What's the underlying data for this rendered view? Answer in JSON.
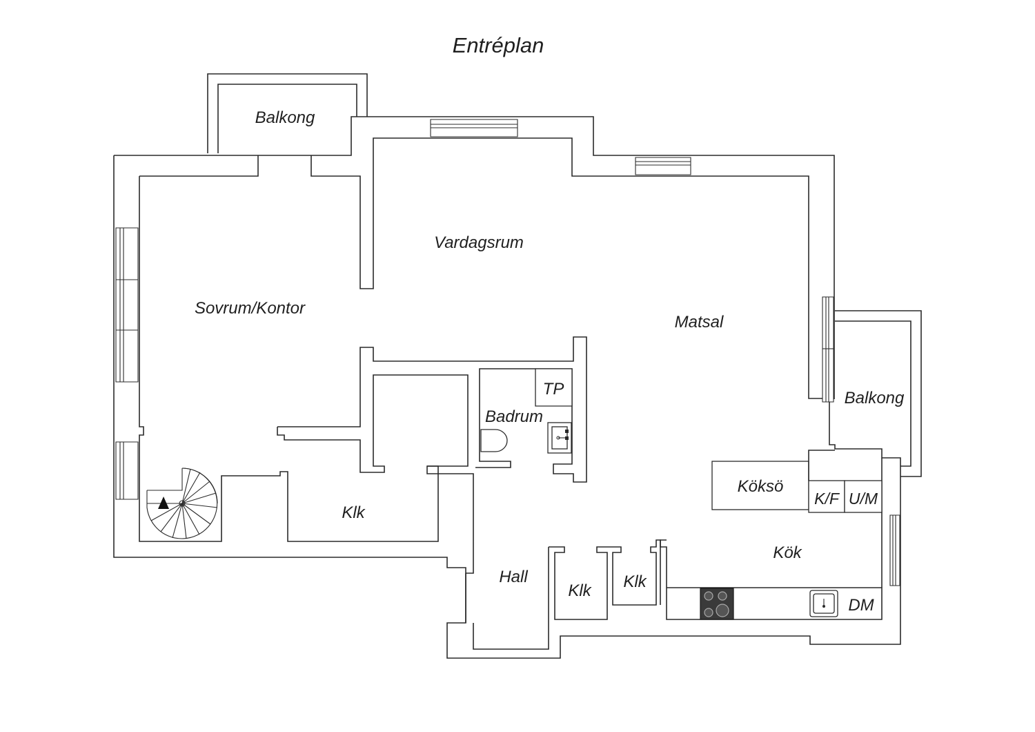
{
  "plan": {
    "title": "Entréplan",
    "rooms": {
      "balcony_top": "Balkong",
      "living_room": "Vardagsrum",
      "bedroom_office": "Sovrum/Kontor",
      "dining": "Matsal",
      "balcony_right": "Balkong",
      "toilet": "TP",
      "bathroom": "Badrum",
      "closet_1": "Klk",
      "kitchen_island": "Köksö",
      "fridge_freezer": "K/F",
      "oven_microwave": "U/M",
      "kitchen": "Kök",
      "hall": "Hall",
      "closet_2": "Klk",
      "closet_3": "Klk",
      "dishwasher": "DM"
    }
  }
}
